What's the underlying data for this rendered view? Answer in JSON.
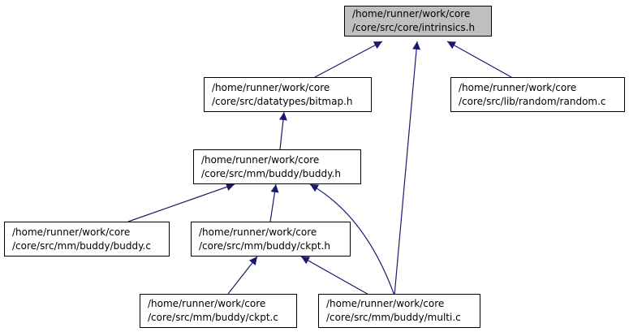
{
  "colors": {
    "edge": "#191970",
    "node_border": "#000000",
    "root_fill": "#bfbfbf",
    "node_fill": "#ffffff"
  },
  "nodes": {
    "intrinsics_h": {
      "line1": "/home/runner/work/core",
      "line2": "/core/src/core/intrinsics.h"
    },
    "bitmap_h": {
      "line1": "/home/runner/work/core",
      "line2": "/core/src/datatypes/bitmap.h"
    },
    "random_c": {
      "line1": "/home/runner/work/core",
      "line2": "/core/src/lib/random/random.c"
    },
    "buddy_h": {
      "line1": "/home/runner/work/core",
      "line2": "/core/src/mm/buddy/buddy.h"
    },
    "buddy_c": {
      "line1": "/home/runner/work/core",
      "line2": "/core/src/mm/buddy/buddy.c"
    },
    "ckpt_h": {
      "line1": "/home/runner/work/core",
      "line2": "/core/src/mm/buddy/ckpt.h"
    },
    "ckpt_c": {
      "line1": "/home/runner/work/core",
      "line2": "/core/src/mm/buddy/ckpt.c"
    },
    "multi_c": {
      "line1": "/home/runner/work/core",
      "line2": "/core/src/mm/buddy/multi.c"
    }
  },
  "edges": [
    {
      "from": "bitmap_h",
      "to": "intrinsics_h"
    },
    {
      "from": "multi_c",
      "to": "intrinsics_h"
    },
    {
      "from": "random_c",
      "to": "intrinsics_h"
    },
    {
      "from": "buddy_h",
      "to": "bitmap_h"
    },
    {
      "from": "buddy_c",
      "to": "buddy_h"
    },
    {
      "from": "ckpt_h",
      "to": "buddy_h"
    },
    {
      "from": "multi_c",
      "to": "buddy_h"
    },
    {
      "from": "ckpt_c",
      "to": "ckpt_h"
    },
    {
      "from": "multi_c",
      "to": "ckpt_h"
    }
  ]
}
